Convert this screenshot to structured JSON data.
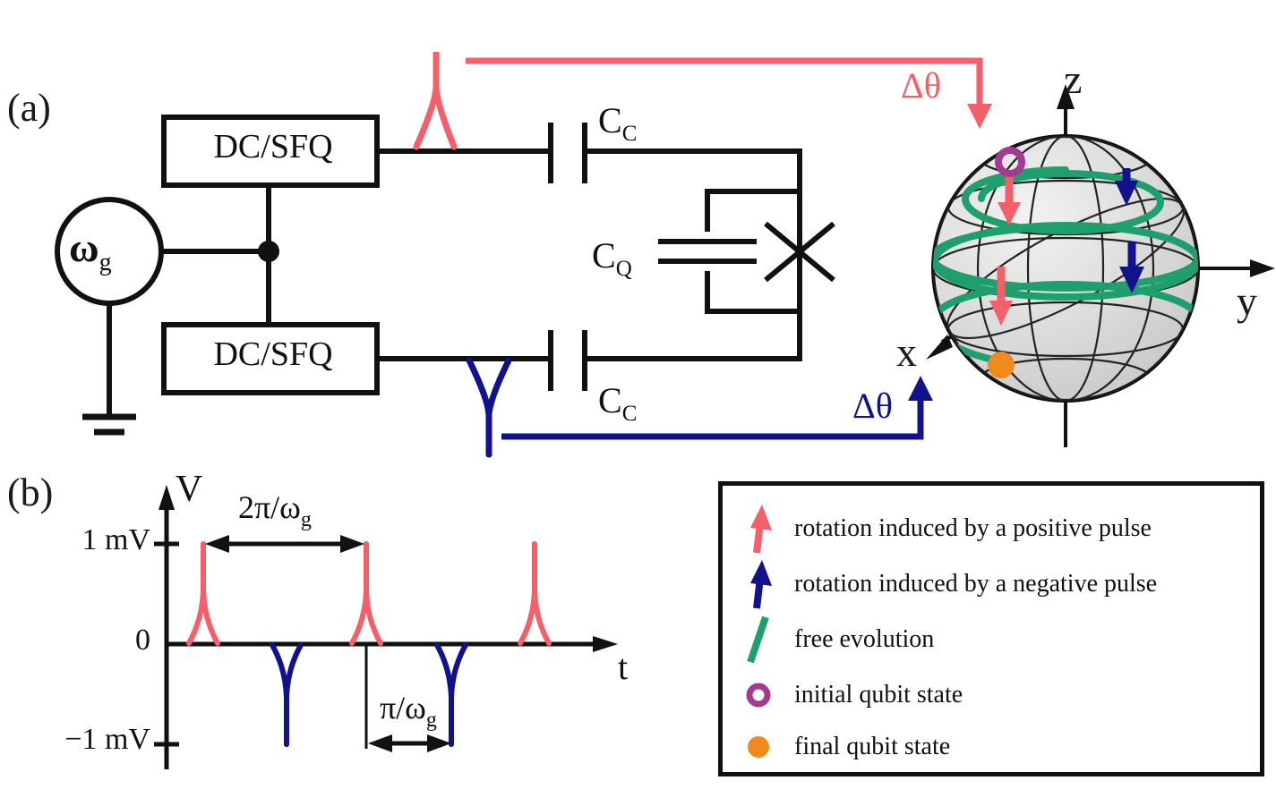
{
  "figure": {
    "panels": [
      {
        "id": "a",
        "label": "(a)"
      },
      {
        "id": "b",
        "label": "(b)"
      }
    ]
  },
  "circuit": {
    "source_label": "ω",
    "source_sub": "g",
    "driver_top_label": "DC/SFQ",
    "driver_bottom_label": "DC/SFQ",
    "coupling_cap_top": {
      "main": "C",
      "sub": "C"
    },
    "coupling_cap_bottom": {
      "main": "C",
      "sub": "C"
    },
    "qubit_cap": {
      "main": "C",
      "sub": "Q"
    },
    "junction_name": "josephson-junction",
    "ground_name": "ground-symbol"
  },
  "feedback": {
    "positive": {
      "label": "Δθ",
      "color": "#f4606a",
      "direction": "down"
    },
    "negative": {
      "label": "Δθ",
      "color": "#11128c",
      "direction": "up"
    }
  },
  "bloch": {
    "axes": [
      {
        "name": "z",
        "label": "z"
      },
      {
        "name": "y",
        "label": "y"
      },
      {
        "name": "x",
        "label": "x"
      }
    ],
    "sphere_fill": "#d9d9d9",
    "trajectory_color": "#1f9e6e",
    "initial_state": {
      "marker": "open-circle",
      "color": "#a23a8f"
    },
    "final_state": {
      "marker": "filled-circle",
      "color": "#f08a1d"
    },
    "positive_rotation_color": "#f4606a",
    "negative_rotation_color": "#11128c"
  },
  "chart_data": {
    "type": "line",
    "title": "",
    "xlabel": "t",
    "ylabel": "V",
    "ylim": [
      -1,
      1
    ],
    "ytick_labels": [
      "1 mV",
      "0",
      "−1 mV"
    ],
    "ytick_values": [
      1,
      0,
      -1
    ],
    "xtick_labels": [],
    "grid": false,
    "annotations": [
      {
        "text": "2π/ω",
        "sub": "g",
        "kind": "period-span",
        "from_pulse": 0,
        "to_pulse": 2
      },
      {
        "text": "π/ω",
        "sub": "g",
        "kind": "half-period-span",
        "from_pulse": 2,
        "to_pulse": 3
      }
    ],
    "series": [
      {
        "name": "positive pulses",
        "color": "#f4606a",
        "polarity": "positive",
        "amplitude_mV": 1,
        "pulse_times": [
          0.18,
          0.5,
          0.84
        ]
      },
      {
        "name": "negative pulses",
        "color": "#11128c",
        "polarity": "negative",
        "amplitude_mV": -1,
        "pulse_times": [
          0.335,
          0.665
        ]
      }
    ]
  },
  "legend": {
    "items": [
      {
        "icon": "red-up-arrow-icon",
        "color": "#f4606a",
        "shape": "arrow",
        "label": "rotation induced by a positive pulse"
      },
      {
        "icon": "blue-up-arrow-icon",
        "color": "#11128c",
        "shape": "arrow",
        "label": "rotation induced by a negative pulse"
      },
      {
        "icon": "green-segment-icon",
        "color": "#1f9e6e",
        "shape": "segment",
        "label": "free evolution"
      },
      {
        "icon": "open-circle-icon",
        "color": "#a23a8f",
        "shape": "ring",
        "label": "initial qubit state"
      },
      {
        "icon": "filled-circle-icon",
        "color": "#f08a1d",
        "shape": "dot",
        "label": "final qubit state"
      }
    ]
  }
}
